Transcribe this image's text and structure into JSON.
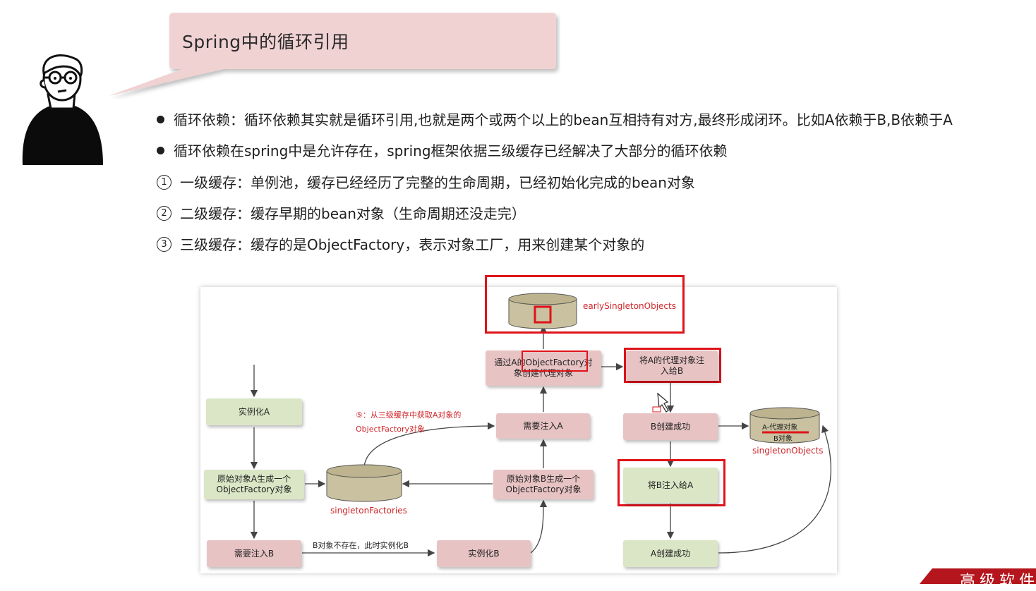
{
  "slide": {
    "title": "Spring中的循环引用",
    "bullets": [
      "循环依赖：循环依赖其实就是循环引用,也就是两个或两个以上的bean互相持有对方,最终形成闭环。比如A依赖于B,B依赖于A",
      "循环依赖在spring中是允许存在，spring框架依据三级缓存已经解决了大部分的循环依赖"
    ],
    "levels": [
      {
        "num": "1",
        "text": "一级缓存：单例池，缓存已经经历了完整的生命周期，已经初始化完成的bean对象"
      },
      {
        "num": "2",
        "text": "二级缓存：缓存早期的bean对象（生命周期还没走完）"
      },
      {
        "num": "3",
        "text": "三级缓存：缓存的是ObjectFactory，表示对象工厂，用来创建某个对象的"
      }
    ]
  },
  "diagram": {
    "nodes": {
      "instantiate_a": "实例化A",
      "factory_a": [
        "原始对象A生成一个",
        "ObjectFactory对象"
      ],
      "need_inject_b": "需要注入B",
      "instantiate_b": "实例化B",
      "factory_b": [
        "原始对象B生成一个",
        "ObjectFactory对象"
      ],
      "need_inject_a": "需要注入A",
      "create_proxy": [
        "通过A的ObjectFactory对",
        "象创建代理对象"
      ],
      "inject_proxy": [
        "将A的代理对象注",
        "入给B"
      ],
      "b_created": "B创建成功",
      "inject_b_into_a": "将B注入给A",
      "a_created": "A创建成功"
    },
    "databases": {
      "early": "earlySingletonObjects",
      "factories": "singletonFactories",
      "singletons": "singletonObjects",
      "singletons_items": [
        "A-代理对象",
        "B对象"
      ]
    },
    "annotations": {
      "step5_line1": "⑤：从三级缓存中获取A对象的",
      "step5_line2": "ObjectFactory对象",
      "b_not_exist": "B对象不存在，此时实例化B"
    }
  },
  "branding": {
    "corner_text": "高级软件"
  },
  "colors": {
    "pink_node": "#e8c3c4",
    "green_node": "#dbe6c6",
    "db_fill": "#c9c19f",
    "highlight_red": "#e0131a",
    "callout_bg": "#f0d2d3"
  }
}
